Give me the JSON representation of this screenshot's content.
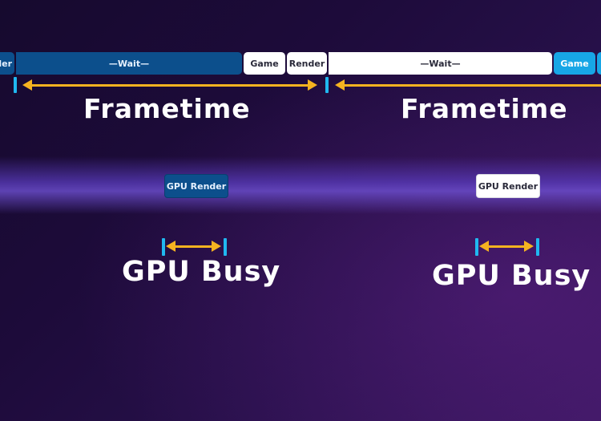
{
  "timeline": {
    "row1": [
      {
        "label": "der",
        "style": "dark"
      },
      {
        "label": "—Wait—",
        "style": "dark"
      },
      {
        "label": "Game",
        "style": "white"
      },
      {
        "label": "Render",
        "style": "white"
      },
      {
        "label": "—Wait—",
        "style": "white"
      },
      {
        "label": "Game",
        "style": "cyan"
      }
    ]
  },
  "labels": {
    "frametime_left": "Frametime",
    "frametime_right": "Frametime",
    "gpu_busy_left": "GPU Busy",
    "gpu_busy_right": "GPU Busy"
  },
  "gpu_boxes": {
    "left": {
      "label": "GPU Render",
      "style": "dark"
    },
    "right": {
      "label": "GPU Render",
      "style": "white"
    }
  },
  "colors": {
    "accent_arrow": "#f5b320",
    "tick": "#20b8f0",
    "segment_dark": "#0c4f8c",
    "segment_white": "#ffffff",
    "segment_cyan": "#17a6e6",
    "background": "#1d0b3a"
  }
}
